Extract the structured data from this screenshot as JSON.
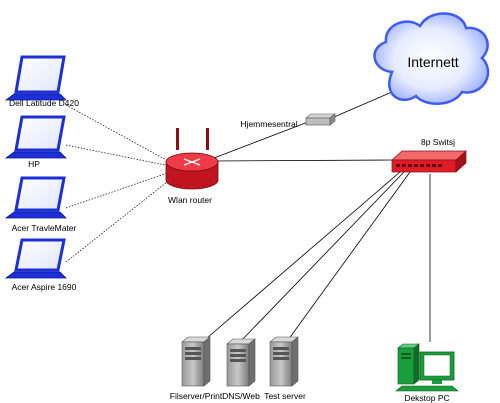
{
  "cloud": {
    "label": "Internett"
  },
  "gateway": {
    "label": "Hjemmesentral"
  },
  "switch": {
    "label": "8p Switsj"
  },
  "router": {
    "label": "Wlan router"
  },
  "laptops": [
    {
      "label": "Dell Latitude D420"
    },
    {
      "label": "HP"
    },
    {
      "label": "Acer TravleMater"
    },
    {
      "label": "Acer Aspire 1690"
    }
  ],
  "servers": [
    {
      "label": "Filserver/Print"
    },
    {
      "label": "DNS/Web"
    },
    {
      "label": "Test server"
    }
  ],
  "desktop": {
    "label": "Dekstop PC"
  },
  "colors": {
    "laptop_blue": "#1c2fd8",
    "router_red": "#e01c2a",
    "cloud_blue": "#3f5cf2",
    "desktop_green": "#1a9e3c"
  }
}
